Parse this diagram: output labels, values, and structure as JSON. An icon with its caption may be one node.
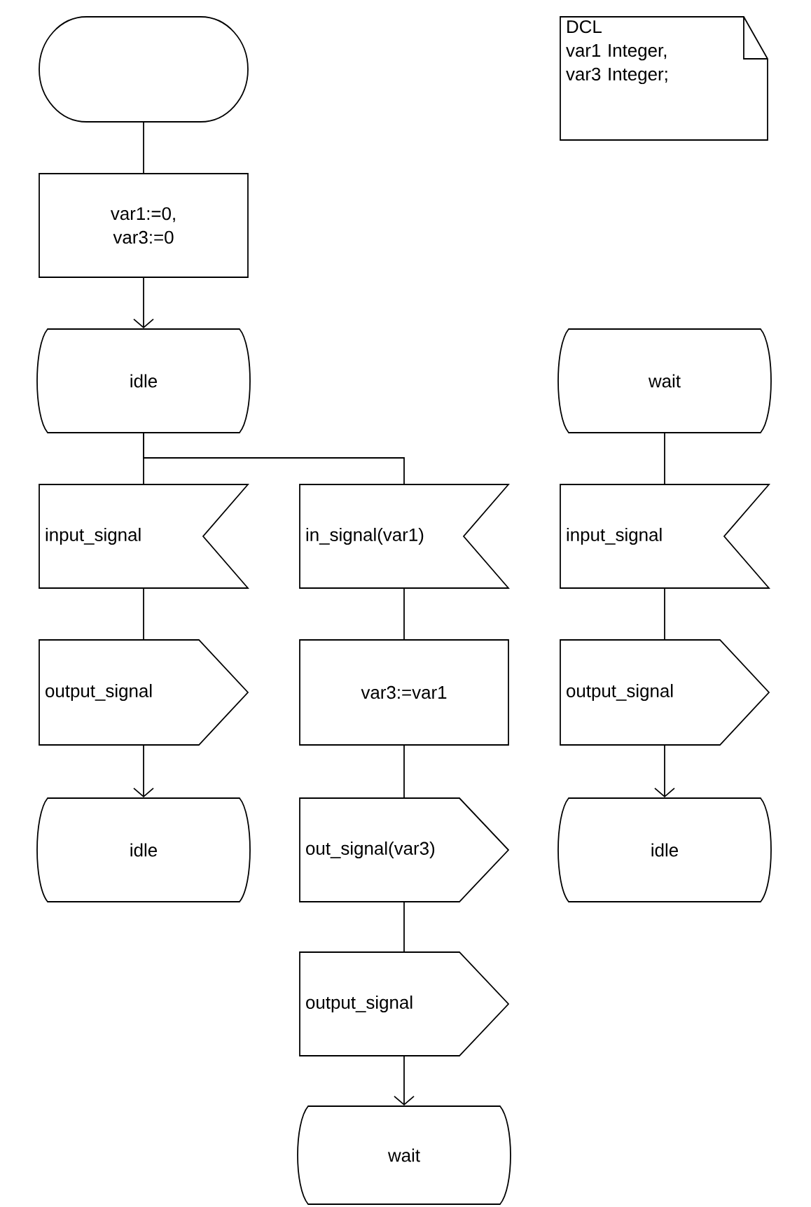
{
  "diagram": {
    "nodes": [
      {
        "text": [],
        "shape": "oval"
      },
      {
        "text": [
          "var1:=0, var3:=0"
        ]
      },
      {
        "text": [
          "idle"
        ]
      },
      {
        "text": [
          "input_signal"
        ]
      },
      {
        "text": [
          "output_signal"
        ]
      },
      {
        "text": [
          "idle"
        ]
      },
      {
        "text": [
          "in_signal(var1)"
        ]
      },
      {
        "text": [
          "var3:=var1"
        ]
      },
      {
        "text": [
          "out_signal(var3)"
        ]
      },
      {
        "text": [
          "output_signal"
        ]
      },
      {
        "text": [
          "wait"
        ]
      },
      {
        "text": [
          "DCL",
          "var1 Integer,",
          "var3 Integer;"
        ]
      },
      {
        "text": [
          "wait"
        ]
      },
      {
        "text": [
          "input_signal"
        ]
      },
      {
        "text": [
          "output_signal"
        ]
      },
      {
        "text": [
          "idle"
        ]
      }
    ],
    "edges": [
      {
        "from": 0,
        "to": 1,
        "arrow": "none"
      },
      {
        "from": 1,
        "to": 2,
        "arrow": "to"
      },
      {
        "from": 2,
        "to": 3,
        "arrow": "none"
      },
      {
        "from": 2,
        "to": 6,
        "arrow": "none"
      },
      {
        "from": 3,
        "to": 4,
        "arrow": "none"
      },
      {
        "from": 4,
        "to": 5,
        "arrow": "to"
      },
      {
        "from": 6,
        "to": 7,
        "arrow": "none"
      },
      {
        "from": 7,
        "to": 8,
        "arrow": "none"
      },
      {
        "from": 8,
        "to": 9,
        "arrow": "none"
      },
      {
        "from": 9,
        "to": 10,
        "arrow": "to"
      },
      {
        "from": 12,
        "to": 13,
        "arrow": "none"
      },
      {
        "from": 13,
        "to": 14,
        "arrow": "none"
      },
      {
        "from": 14,
        "to": 15,
        "arrow": "to"
      }
    ]
  }
}
